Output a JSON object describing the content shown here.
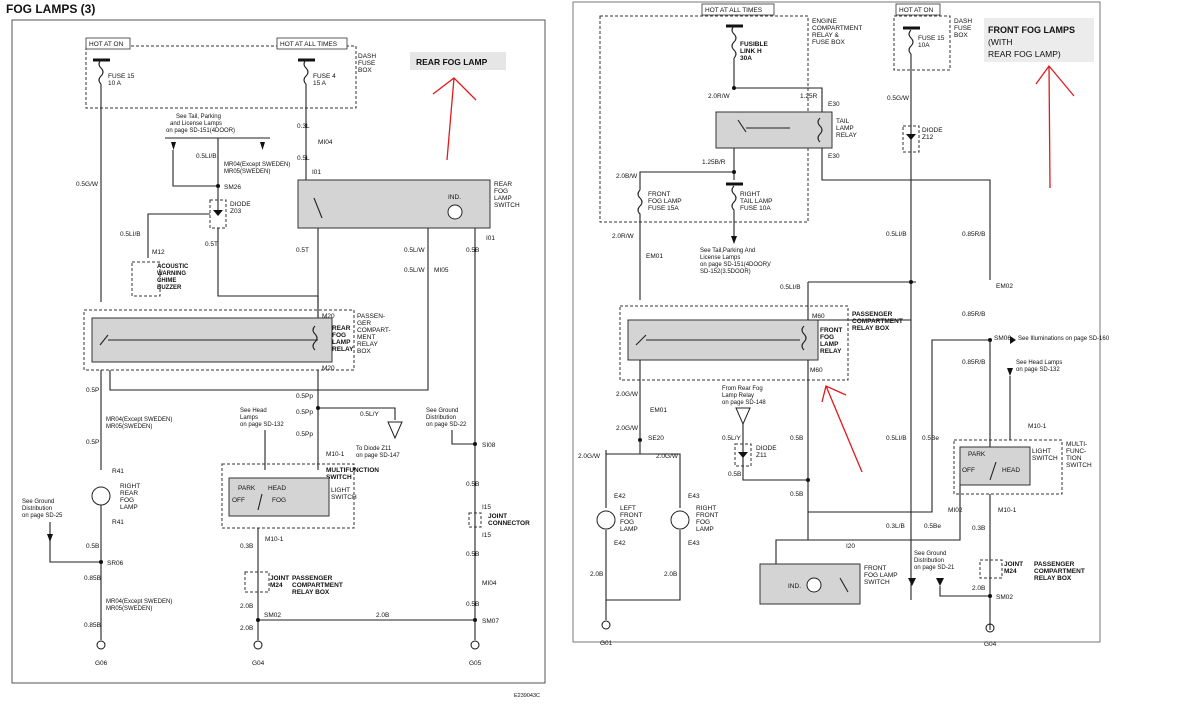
{
  "title": "FOG LAMPS  (3)",
  "annotations": {
    "rear": "REAR FOG LAMP",
    "front_l1": "FRONT FOG LAMPS",
    "front_l2": "(WITH",
    "front_l3": "REAR FOG LAMP)"
  },
  "left": {
    "hot_on": "HOT AT ON",
    "hot_all": "HOT AT ALL TIMES",
    "dash_fuse_box": [
      "DASH",
      "FUSE",
      "BOX"
    ],
    "fuse15": [
      "FUSE 15",
      "10 A"
    ],
    "fuse4": [
      "FUSE 4",
      "15 A"
    ],
    "see_tail": [
      "See Tail, Parking",
      "and License Lamps",
      "on page SD-151(4DOOR)"
    ],
    "w_05lib_a": "0.5LI/B",
    "mr04_a": "MR04(Except SWEDEN)",
    "mr05_a": "MR05(SWEDEN)",
    "sm26": "SM26",
    "diode": [
      "DIODE",
      "Z03"
    ],
    "w_05gw": "0.5G/W",
    "w_05lib_b": "0.5LI/B",
    "m12": "M12",
    "buzzer": [
      "ACOUSTIC",
      "WARNING",
      "CHIME",
      "BUZZER"
    ],
    "w_05t_a": "0.5T",
    "w_03l": "0.3L",
    "mi04": "MI04",
    "w_05l": "0.5L",
    "i01_a": "I01",
    "rear_switch": [
      "REAR",
      "FOG",
      "LAMP",
      "SWITCH"
    ],
    "ind": "IND.",
    "i01_b": "I01",
    "w_05t_b": "0.5T",
    "w_05lw_a": "0.5L/W",
    "w_05b_a": "0.5B",
    "w_05lw_b": "0.5L/W",
    "mi05": "MI05",
    "relay_box": [
      "PASSEN-",
      "GER",
      "COMPART-",
      "MENT",
      "RELAY",
      "BOX"
    ],
    "rear_relay": [
      "REAR",
      "FOG",
      "LAMP",
      "RELAY"
    ],
    "m20_a": "M20",
    "m20_b": "M20",
    "w_05p_a": "0.5P",
    "w_05pp_a": "0.5Pp",
    "w_05pp_b": "0.5Pp",
    "w_05ly": "0.5L/Y",
    "to_diode": [
      "To Diode Z11",
      "on page SD-147"
    ],
    "see_head": [
      "See Head",
      "Lamps",
      "on page SD-132"
    ],
    "see_ground_a": [
      "See Ground",
      "Distribution",
      "on page SD-22"
    ],
    "mr04_b": "MR04(Except SWEDEN)",
    "mr05_b": "MR05(SWEDEN)",
    "w_05p_b": "0.5P",
    "w_05pp_c": "0.5Pp",
    "m10_1_a": "M10-1",
    "si08": "SI08",
    "multi_switch": [
      "MULTIFUNCTION",
      "SWITCH"
    ],
    "light_switch": [
      "LIGHT",
      "SWITCH"
    ],
    "sw_pos": [
      "PARK",
      "HEAD",
      "OFF",
      "FOG"
    ],
    "r41_a": "R41",
    "rrfl": [
      "RIGHT",
      "REAR",
      "FOG",
      "LAMP"
    ],
    "r41_b": "R41",
    "see_ground_b": [
      "See Ground",
      "Distribution",
      "on page SD-25"
    ],
    "w_05b_b": "0.5B",
    "sr06": "SR06",
    "w_085b_a": "0.85B",
    "mr04_c": "MR04(Except SWEDEN)",
    "mr05_c": "MR05(SWEDEN)",
    "w_085b_b": "0.85B",
    "g06": "G06",
    "w_03b": "0.3B",
    "m10_1_b": "M10-1",
    "joint_m24": [
      "JOINT",
      "M24"
    ],
    "pcrb": [
      "PASSENGER",
      "COMPARTMENT",
      "RELAY BOX"
    ],
    "w_20b_a": "2.0B",
    "sm02": "SM02",
    "w_20b_b": "2.0B",
    "g04": "G04",
    "i15_a": "I15",
    "i15_b": "I15",
    "joint_conn": [
      "JOINT",
      "CONNECTOR"
    ],
    "w_05b_c": "0.5B",
    "w_05b_d": "0.5B",
    "mi04_b": "MI04",
    "w_05b_e": "0.5B",
    "sm07": "SM07",
    "w_20b_c": "2.0B",
    "g05": "G05",
    "code": "E239043C"
  },
  "right": {
    "hot_all": "HOT AT ALL TIMES",
    "engine_box": [
      "ENGINE",
      "COMPARTMENT",
      "RELAY &",
      "FUSE BOX"
    ],
    "fusible": [
      "FUSIBLE",
      "LINK H",
      "30A"
    ],
    "w_20rw": "2.0R/W",
    "w_125r": "1.25R",
    "e30_a": "E30",
    "tail_relay": [
      "TAIL",
      "LAMP",
      "RELAY"
    ],
    "w_125br": "1.25B/R",
    "e30_b": "E30",
    "w_20bw": "2.0B/W",
    "fff": [
      "FRONT",
      "FOG LAMP",
      "FUSE 15A"
    ],
    "rtf": [
      "RIGHT",
      "TAIL LAMP",
      "FUSE 10A"
    ],
    "w_20rw_b": "2.0R/W",
    "em01_a": "EM01",
    "see_tail": [
      "See Tail,Parking And",
      "License Lamps",
      "on page SD-151(4DOOR)/",
      "SD-152(3.5DOOR)"
    ],
    "w_05lib": "0.5LI/B",
    "front_relay": [
      "FRONT",
      "FOG",
      "LAMP",
      "RELAY"
    ],
    "pcrb": [
      "PASSENGER",
      "COMPARTMENT",
      "RELAY BOX"
    ],
    "m60_a": "M60",
    "m60_b": "M60",
    "w_20gw_a": "2.0G/W",
    "em01_b": "EM01",
    "from_rear": [
      "From Rear Fog",
      "Lamp Relay",
      "on page SD-148"
    ],
    "w_20gw_b": "2.0G/W",
    "se20": "SE20",
    "w_05ly": "0.5L/Y",
    "diode_z11": [
      "DIODE",
      "Z11"
    ],
    "w_05b_a": "0.5B",
    "w_05b_b": "0.5B",
    "w_20gw_c": "2.0G/W",
    "w_20gw_d": "2.0G/W",
    "e42_a": "E42",
    "lffl": [
      "LEFT",
      "FRONT",
      "FOG",
      "LAMP"
    ],
    "e42_b": "E42",
    "e43_a": "E43",
    "rffl": [
      "RIGHT",
      "FRONT",
      "FOG",
      "LAMP"
    ],
    "e43_b": "E43",
    "w_05b_c": "0.5B",
    "w_20b_a": "2.0B",
    "w_20b_b": "2.0B",
    "i20": "I20",
    "ind": "IND.",
    "ffls": [
      "FRONT",
      "FOG LAMP",
      "SWITCH"
    ],
    "g01": "G01",
    "dash_fuse": [
      "DASH",
      "FUSE",
      "BOX"
    ],
    "hot_all_b": "HOT AT ON",
    "fuse15": [
      "FUSE 15",
      "10A"
    ],
    "w_05gw": "0.5G/W",
    "diode_z12": [
      "DIODE",
      "Z12"
    ],
    "w_05lib_b": "0.5LI/B",
    "w_085rb_a": "0.85R/B",
    "em02": "EM02",
    "w_085rb_b": "0.85R/B",
    "sm06": "SM06",
    "see_illum": "See Illuminations on page SD-160",
    "w_085rb_c": "0.85R/B",
    "see_head": [
      "See Head Lamps",
      "on page SD-132"
    ],
    "m10_1_a": "M10-1",
    "w_05lib_c": "0.5LI/B",
    "w_05be_a": "0.5Be",
    "multi": [
      "MULTI-",
      "FUNC-",
      "TION",
      "SWITCH"
    ],
    "light_sw": [
      "LIGHT",
      "SWITCH"
    ],
    "sw_pos": [
      "PARK",
      "OFF",
      "HEAD"
    ],
    "mi02": "MI02",
    "m10_1_b": "M10-1",
    "w_03lib": "0.3L/B",
    "w_05be_b": "0.5Be",
    "w_03b": "0.3B",
    "see_ground": [
      "See Ground",
      "Distribution",
      "on page SD-21"
    ],
    "joint_m24": [
      "JOINT",
      "M24"
    ],
    "pcrb_b": [
      "PASSENGER",
      "COMPARTMENT",
      "RELAY BOX"
    ],
    "w_20b_c": "2.0B",
    "sm02": "SM02",
    "g04": "G04"
  },
  "colors": {
    "annotation_red": "#e2191c",
    "shade": "#d4d4d4"
  }
}
